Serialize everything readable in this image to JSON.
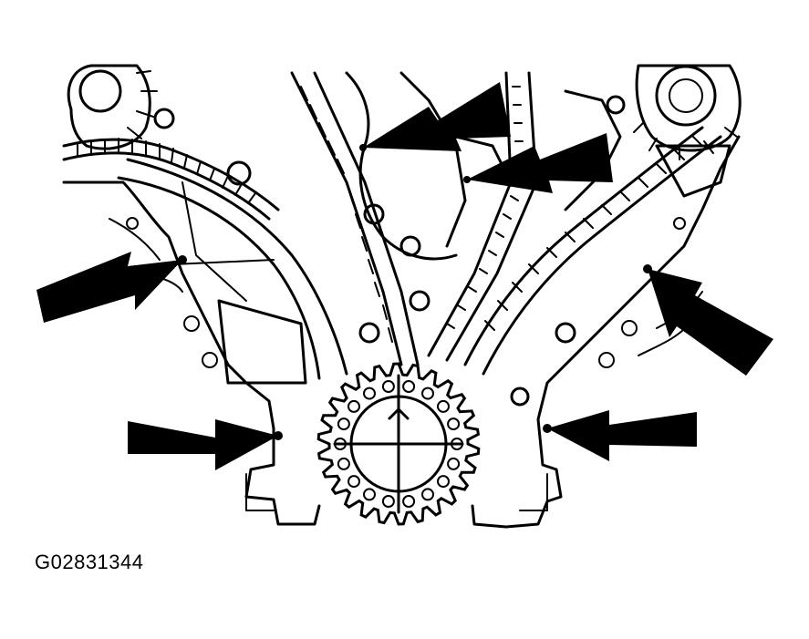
{
  "figure": {
    "caption": "G02831344"
  },
  "colors": {
    "ink": "#000000",
    "paper": "#ffffff"
  },
  "callout_arrows": [
    {
      "name": "arrow-top-upper"
    },
    {
      "name": "arrow-top-lower"
    },
    {
      "name": "arrow-left-upper"
    },
    {
      "name": "arrow-right-upper"
    },
    {
      "name": "arrow-left-lower"
    },
    {
      "name": "arrow-right-lower"
    }
  ]
}
